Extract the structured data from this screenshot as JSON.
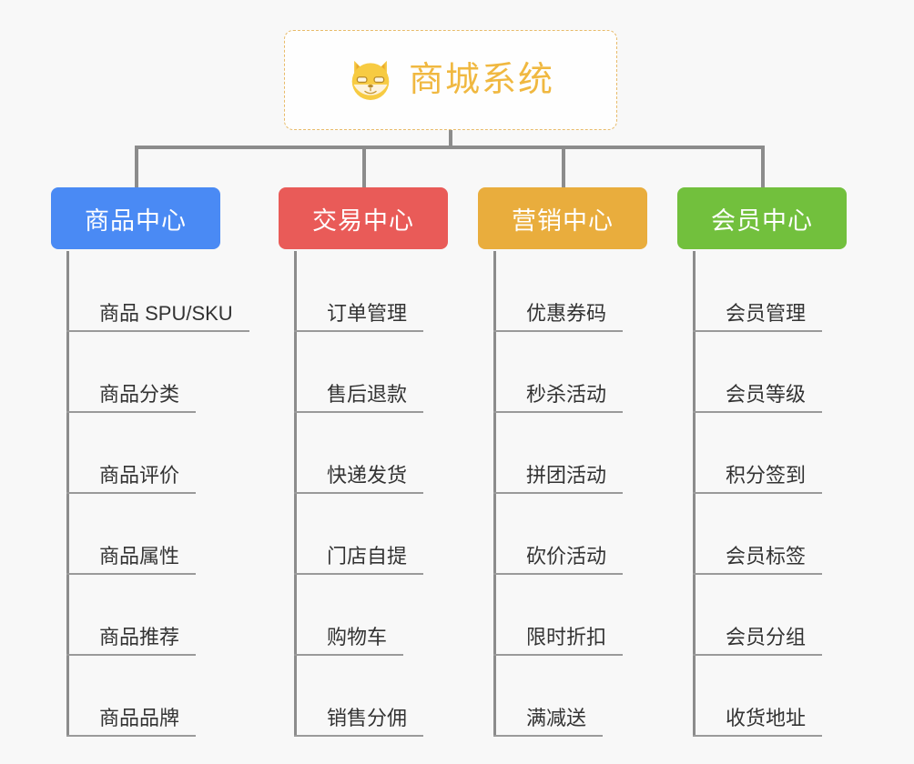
{
  "root": {
    "title": "商城系统",
    "icon": "shiba-dog-icon",
    "title_color": "#f0b840",
    "border_color": "#e8bb6a"
  },
  "line_color": "#8c8c8c",
  "underline_color": "#9a9a9a",
  "background_color": "#f8f8f8",
  "categories": [
    {
      "label": "商品中心",
      "color": "#4a8af4",
      "items": [
        {
          "label": "商品 SPU/SKU"
        },
        {
          "label": "商品分类"
        },
        {
          "label": "商品评价"
        },
        {
          "label": "商品属性"
        },
        {
          "label": "商品推荐"
        },
        {
          "label": "商品品牌"
        }
      ]
    },
    {
      "label": "交易中心",
      "color": "#e95b58",
      "items": [
        {
          "label": "订单管理"
        },
        {
          "label": "售后退款"
        },
        {
          "label": "快递发货"
        },
        {
          "label": "门店自提"
        },
        {
          "label": "购物车"
        },
        {
          "label": "销售分佣"
        }
      ]
    },
    {
      "label": "营销中心",
      "color": "#e9ad3d",
      "items": [
        {
          "label": "优惠券码"
        },
        {
          "label": "秒杀活动"
        },
        {
          "label": "拼团活动"
        },
        {
          "label": "砍价活动"
        },
        {
          "label": "限时折扣"
        },
        {
          "label": "满减送"
        }
      ]
    },
    {
      "label": "会员中心",
      "color": "#72c03d",
      "items": [
        {
          "label": "会员管理"
        },
        {
          "label": "会员等级"
        },
        {
          "label": "积分签到"
        },
        {
          "label": "会员标签"
        },
        {
          "label": "会员分组"
        },
        {
          "label": "收货地址"
        }
      ]
    }
  ]
}
